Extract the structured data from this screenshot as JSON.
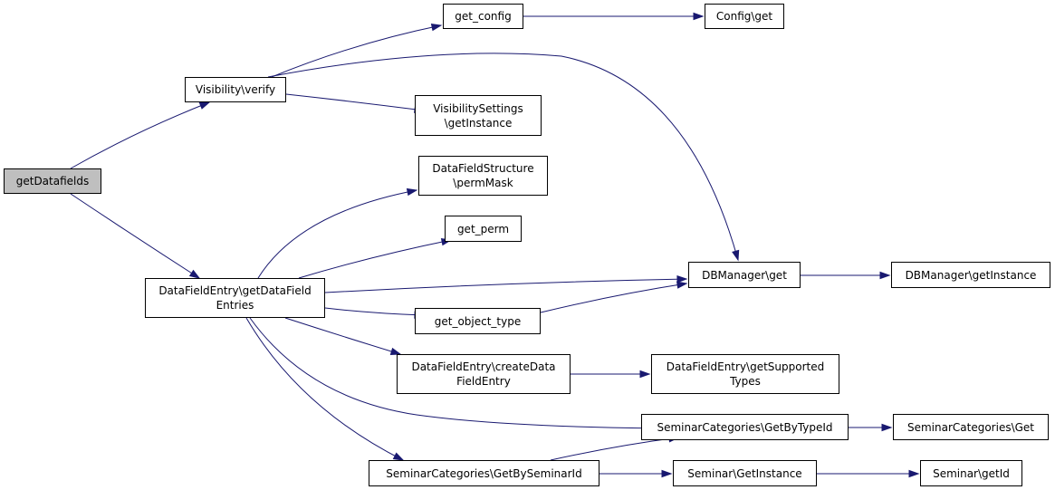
{
  "diagram": {
    "colors": {
      "edge": "#191970",
      "root_fill": "#bfbfbf",
      "node_fill": "#ffffff",
      "node_border": "#000000"
    },
    "nodes": [
      {
        "id": "n0",
        "label": "getDatafields",
        "root": true
      },
      {
        "id": "n1",
        "label": "Visibility\\verify"
      },
      {
        "id": "n2",
        "label": "get_config"
      },
      {
        "id": "n3",
        "label": "Config\\get"
      },
      {
        "id": "n4",
        "label": "VisibilitySettings\n\\getInstance"
      },
      {
        "id": "n5",
        "label": "DataFieldEntry\\getDataField\nEntries"
      },
      {
        "id": "n6",
        "label": "DataFieldStructure\n\\permMask"
      },
      {
        "id": "n7",
        "label": "get_perm"
      },
      {
        "id": "n8",
        "label": "DBManager\\get"
      },
      {
        "id": "n9",
        "label": "DBManager\\getInstance"
      },
      {
        "id": "n10",
        "label": "get_object_type"
      },
      {
        "id": "n11",
        "label": "DataFieldEntry\\createData\nFieldEntry"
      },
      {
        "id": "n12",
        "label": "DataFieldEntry\\getSupported\nTypes"
      },
      {
        "id": "n13",
        "label": "SeminarCategories\\GetByTypeId"
      },
      {
        "id": "n14",
        "label": "SeminarCategories\\Get"
      },
      {
        "id": "n15",
        "label": "SeminarCategories\\GetBySeminarId"
      },
      {
        "id": "n16",
        "label": "Seminar\\GetInstance"
      },
      {
        "id": "n17",
        "label": "Seminar\\getId"
      }
    ],
    "edges": [
      {
        "from": "n0",
        "to": "n1"
      },
      {
        "from": "n0",
        "to": "n5"
      },
      {
        "from": "n1",
        "to": "n2"
      },
      {
        "from": "n1",
        "to": "n8"
      },
      {
        "from": "n1",
        "to": "n4"
      },
      {
        "from": "n2",
        "to": "n3"
      },
      {
        "from": "n5",
        "to": "n6"
      },
      {
        "from": "n5",
        "to": "n7"
      },
      {
        "from": "n5",
        "to": "n8"
      },
      {
        "from": "n5",
        "to": "n10"
      },
      {
        "from": "n5",
        "to": "n11"
      },
      {
        "from": "n5",
        "to": "n13"
      },
      {
        "from": "n5",
        "to": "n15"
      },
      {
        "from": "n8",
        "to": "n9"
      },
      {
        "from": "n10",
        "to": "n8"
      },
      {
        "from": "n11",
        "to": "n12"
      },
      {
        "from": "n13",
        "to": "n14"
      },
      {
        "from": "n15",
        "to": "n13"
      },
      {
        "from": "n15",
        "to": "n16"
      },
      {
        "from": "n16",
        "to": "n17"
      }
    ]
  }
}
